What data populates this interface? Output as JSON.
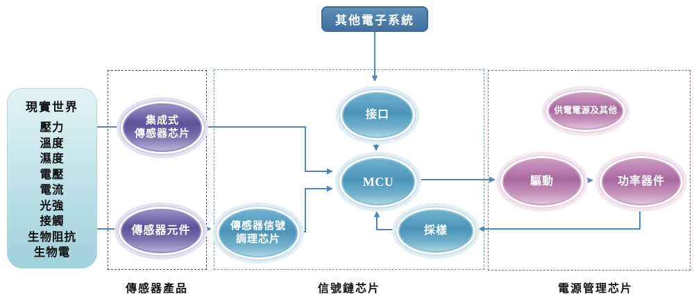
{
  "other_systems_box": {
    "label": "其他電子系統"
  },
  "real_world": {
    "title": "現實世界",
    "items": [
      "壓力",
      "溫度",
      "濕度",
      "電壓",
      "電流",
      "光強",
      "接觸",
      "生物阻抗",
      "生物電"
    ]
  },
  "nodes": {
    "integrated_sensor_chip": {
      "label": "集成式\n傳感器芯片"
    },
    "sensor_element": {
      "label": "傳感器元件"
    },
    "signal_conditioning_chip": {
      "label": "傳感器信號\n調理芯片"
    },
    "interface": {
      "label": "接口"
    },
    "mcu": {
      "label": "MCU"
    },
    "sampling": {
      "label": "採樣"
    },
    "power_supply_other": {
      "label": "供電電源及其他"
    },
    "drive": {
      "label": "驅動"
    },
    "power_device": {
      "label": "功率器件"
    }
  },
  "section_labels": {
    "sensor_products": "傳感器產品",
    "signal_chain_chips": "信號鏈芯片",
    "power_management_chips": "電源管理芯片"
  },
  "colors": {
    "connector_line": "#4e86b8",
    "top_box_fill": "#4a7dad",
    "purple_node": "#5b5198",
    "blue_node": "#4a93b8",
    "pink_node": "#a8679f",
    "real_world_fill": "#bfe0e7",
    "sensor_products_border": "#474e80",
    "signal_chain_border": "#5b9ab5",
    "power_management_border": "#a85f72"
  }
}
